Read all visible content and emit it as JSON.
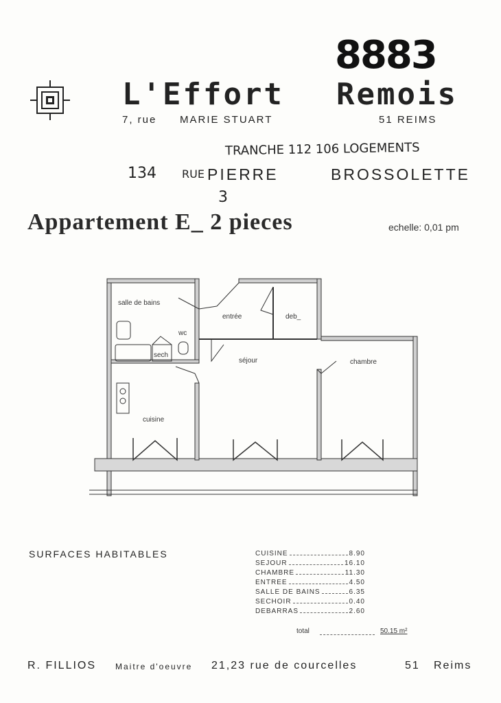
{
  "handwritten_number": "8883",
  "header": {
    "brand_left": "L'Effort",
    "brand_right": "Remois",
    "address_street": "7, rue",
    "address_name": "MARIE STUART",
    "address_city": "51 REIMS"
  },
  "project": {
    "tranche": "TRANCHE 112 106 LOGEMENTS",
    "street_number": "134",
    "street_prefix": "RUE",
    "street_name_1": "PIERRE",
    "street_name_2": "BROSSOLETTE",
    "handwritten_3": "3"
  },
  "title": {
    "apartment": "Appartement E_ 2 pieces",
    "scale": "echelle: 0,01 pm"
  },
  "plan": {
    "rooms": {
      "bathroom": "salle de bains",
      "wc": "wc",
      "sechoir": "sech",
      "entrance": "entrée",
      "storage": "deb_",
      "living": "séjour",
      "bedroom": "chambre",
      "kitchen": "cuisine"
    }
  },
  "surfaces": {
    "title": "SURFACES HABITABLES",
    "rows": [
      {
        "label": "CUISINE",
        "value": "8.90"
      },
      {
        "label": "SEJOUR",
        "value": "16.10"
      },
      {
        "label": "CHAMBRE",
        "value": "11.30"
      },
      {
        "label": "ENTREE",
        "value": "4.50"
      },
      {
        "label": "SALLE DE BAINS",
        "value": "6.35"
      },
      {
        "label": "SECHOIR",
        "value": "0.40"
      },
      {
        "label": "DEBARRAS",
        "value": "2.60"
      }
    ],
    "total_label": "total",
    "total_value": "50.15 m²"
  },
  "footer": {
    "architect": "R. FILLIOS",
    "role": "Maitre d'oeuvre",
    "address": "21,23 rue de courcelles",
    "postcode": "51",
    "city": "Reims"
  }
}
